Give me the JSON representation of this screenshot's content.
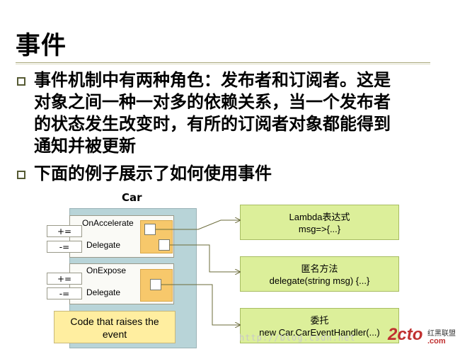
{
  "slide": {
    "title": "事件",
    "bullets": [
      {
        "lines": [
          "事件机制中有两种角色：发布者和订阅者。这是",
          "对象之间一种一对多的依赖关系，当一个发布者",
          "的状态发生改变时，有所的订阅者对象都能得到",
          "通知并被更新"
        ]
      },
      {
        "lines": [
          "下面的例子展示了如何使用事件"
        ]
      }
    ]
  },
  "diagram": {
    "car_label": "Car",
    "events": [
      {
        "name": "OnAccelerate",
        "sub": "Delegate",
        "plus": "+=",
        "minus": "-="
      },
      {
        "name": "OnExpose",
        "sub": "Delegate",
        "plus": "+=",
        "minus": "-="
      }
    ],
    "code_box": {
      "lines": [
        "Code that raises the",
        "event"
      ]
    },
    "handlers": [
      {
        "lines": [
          "Lambda表达式",
          "msg=>{...}"
        ]
      },
      {
        "lines": [
          "匿名方法",
          "delegate(string msg) {...}"
        ]
      },
      {
        "lines": [
          "委托",
          "new Car.CarEventHandler(...)"
        ]
      }
    ],
    "colors": {
      "car_panel": "#b8d4d8",
      "handler_fill": "#dcef9a",
      "slot_fill": "#f7c86b",
      "code_fill": "#ffeea0",
      "connector": "#6b6b3a"
    }
  },
  "watermark": {
    "url_text": "http://blog.csdn.net",
    "logo": "2cto",
    "logo_sub": "红黑联盟",
    "logo_domain": ".com"
  }
}
